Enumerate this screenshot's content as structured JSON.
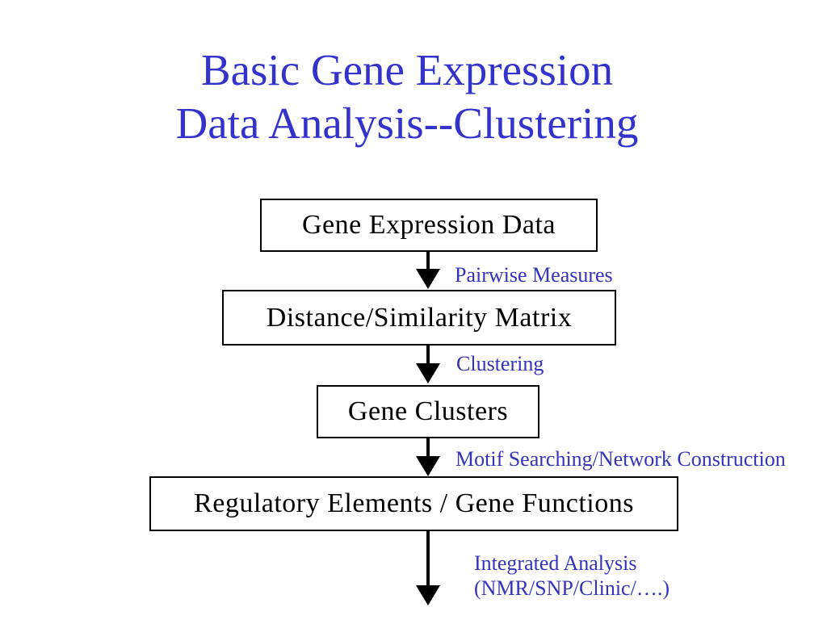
{
  "slide": {
    "title": {
      "line1": "Basic Gene Expression",
      "line2": "Data Analysis--Clustering",
      "color": "#3333CC"
    },
    "flowchart": {
      "boxes": [
        {
          "label": "Gene Expression Data"
        },
        {
          "label": "Distance/Similarity Matrix"
        },
        {
          "label": "Gene Clusters"
        },
        {
          "label": "Regulatory Elements / Gene Functions"
        }
      ],
      "arrow_labels": [
        {
          "text": "Pairwise Measures"
        },
        {
          "text": "Clustering"
        },
        {
          "text": "Motif Searching/Network Construction"
        },
        {
          "text": "Integrated Analysis",
          "text2": "(NMR/SNP/Clinic/….)"
        }
      ],
      "colors": {
        "box_border": "#000000",
        "box_text": "#000000",
        "arrow": "#000000",
        "arrow_label_text": "#3333BB",
        "background": "#FFFFFF"
      }
    }
  }
}
